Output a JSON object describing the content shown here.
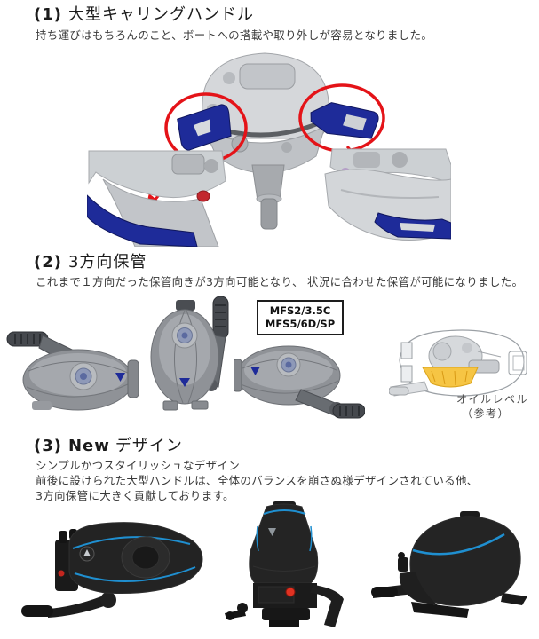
{
  "sections": [
    {
      "number": "(1)",
      "title": "大型キャリングハンドル",
      "body": "持ち運びはもちろんのこと、ボートへの搭載や取り外しが容易となりました。"
    },
    {
      "number": "(2)",
      "title": "3方向保管",
      "body": "これまで１方向だった保管向きが3方向可能となり、 状況に合わせた保管が可能になりました。",
      "model_label": {
        "line1": "MFS2/3.5C",
        "line2": "MFS5/6D/SP"
      },
      "oil_caption": {
        "line1": "オイルレベル",
        "line2": "（参考）"
      }
    },
    {
      "number": "(3)",
      "title_en": "New",
      "title": "デザイン",
      "body_lines": [
        "シンプルかつスタイリッシュなデザイン",
        "前後に設けられた大型ハンドルは、全体のバランスを崩さぬ様デザインされている他、",
        "3方向保管に大きく貢献しております。"
      ]
    }
  ],
  "colors": {
    "handle_blue": "#1e2b99",
    "annotation_red": "#e41318",
    "oil_highlight_yellow": "#f6c544",
    "product_accent_blue": "#1f8fd0"
  }
}
